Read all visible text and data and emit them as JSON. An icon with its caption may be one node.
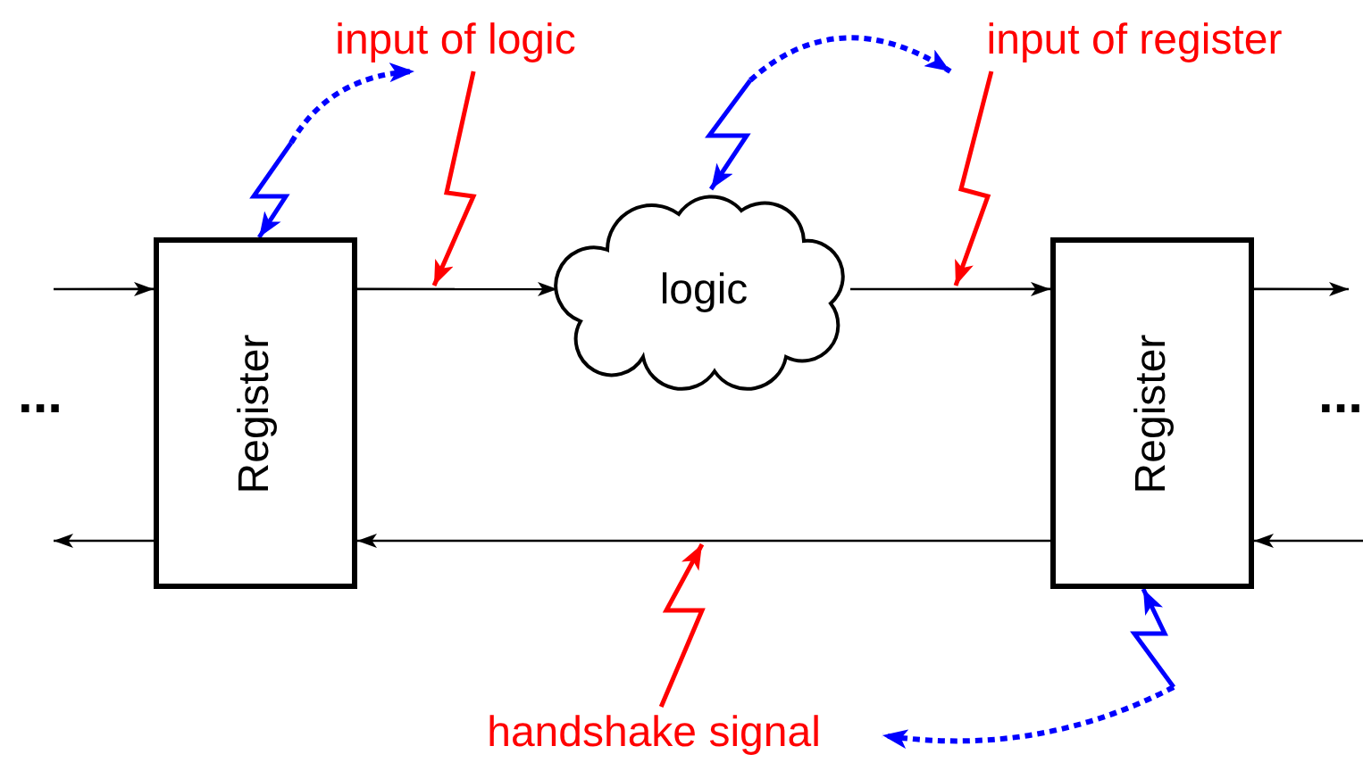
{
  "diagram": {
    "nodes": [
      {
        "text": [
          "Register"
        ]
      },
      {
        "text": [
          "logic"
        ]
      },
      {
        "text": [
          "Register"
        ]
      },
      {
        "text": [
          "input of logic"
        ]
      },
      {
        "text": [
          "input of register"
        ]
      },
      {
        "text": [
          "handshake signal"
        ]
      }
    ],
    "edges": [
      {
        "from": null,
        "to": 0,
        "arrow": "to"
      },
      {
        "from": 0,
        "to": 1,
        "arrow": "to"
      },
      {
        "from": 1,
        "to": 2,
        "arrow": "to"
      },
      {
        "from": 2,
        "to": null,
        "arrow": "to"
      },
      {
        "from": null,
        "to": 2,
        "arrow": "to"
      },
      {
        "from": 2,
        "to": 0,
        "arrow": "to"
      },
      {
        "from": 0,
        "to": null,
        "arrow": "to"
      },
      {
        "from": 3,
        "to": null,
        "arrow": "to",
        "color": "#ff0000"
      },
      {
        "from": 4,
        "to": null,
        "arrow": "to",
        "color": "#ff0000"
      },
      {
        "from": 5,
        "to": null,
        "arrow": "to",
        "color": "#ff0000"
      },
      {
        "from": null,
        "to": 0,
        "arrow": "to",
        "color": "#0000ff"
      },
      {
        "from": null,
        "to": 1,
        "arrow": "to",
        "color": "#0000ff"
      },
      {
        "from": null,
        "to": 2,
        "arrow": "to",
        "color": "#0000ff"
      },
      {
        "from": null,
        "to": 3,
        "arrow": "to",
        "style": "dashed",
        "color": "#0000ff"
      },
      {
        "from": null,
        "to": 4,
        "arrow": "to",
        "style": "dashed",
        "color": "#0000ff"
      },
      {
        "from": null,
        "to": 5,
        "arrow": "to",
        "style": "dashed",
        "color": "#0000ff"
      }
    ],
    "labels": [
      "...",
      "..."
    ]
  }
}
